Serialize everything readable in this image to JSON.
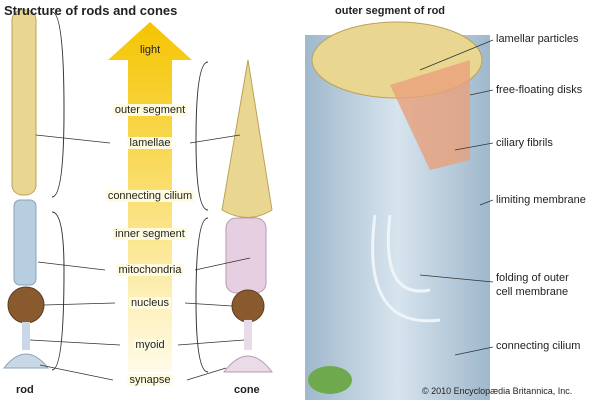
{
  "left": {
    "title": "Structure of rods and cones",
    "light": "light",
    "labels": [
      "outer segment",
      "lamellae",
      "connecting cilium",
      "inner segment",
      "mitochondria",
      "nucleus",
      "myoid",
      "synapse"
    ],
    "rod": "rod",
    "cone": "cone"
  },
  "right": {
    "title": "outer segment of rod",
    "labels": [
      "lamellar particles",
      "free-floating disks",
      "ciliary fibrils",
      "limiting membrane",
      "folding of outer",
      "cell membrane",
      "connecting cilium"
    ]
  },
  "copyright": "© 2010 Encyclopædia Britannica, Inc.",
  "colors": {
    "arrow": "#f5c400",
    "lamellae": "#e9d690",
    "inner": "#b7cde0",
    "mito": "#6fa94e",
    "nucleus": "#8a5a2f",
    "cone_inner": "#e6cfe0"
  }
}
